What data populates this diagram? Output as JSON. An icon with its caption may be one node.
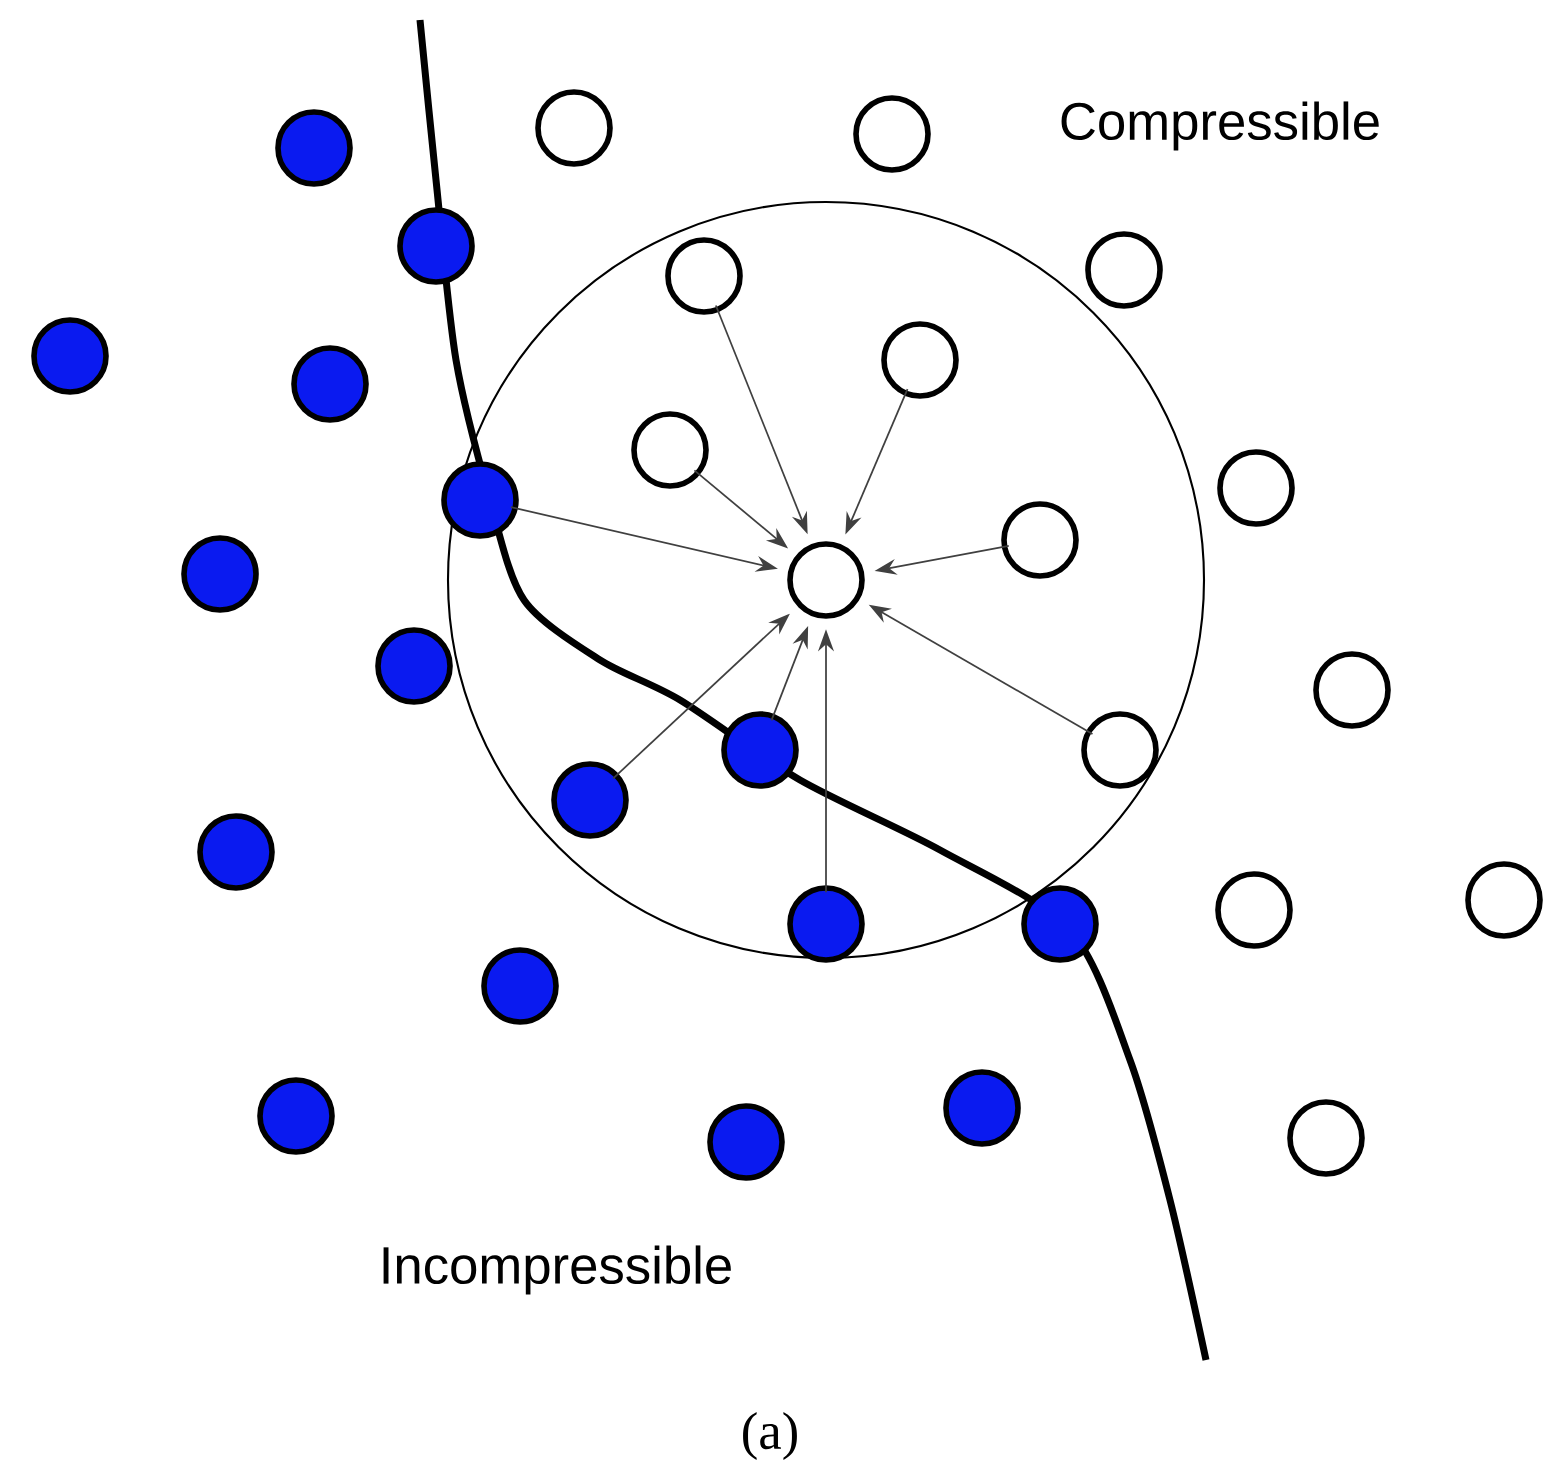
{
  "diagram": {
    "caption": "(a)",
    "nodes": [
      {
        "text": [],
        "shape": "circle"
      },
      {
        "text": [],
        "shape": "circle"
      },
      {
        "text": [],
        "shape": "circle"
      },
      {
        "text": [],
        "shape": "circle"
      },
      {
        "text": [],
        "shape": "circle"
      },
      {
        "text": [],
        "shape": "circle"
      },
      {
        "text": [],
        "shape": "circle"
      },
      {
        "text": [],
        "shape": "circle"
      },
      {
        "text": [],
        "shape": "circle"
      },
      {
        "text": [],
        "shape": "circle"
      },
      {
        "text": [],
        "shape": "circle"
      },
      {
        "text": [],
        "shape": "circle"
      },
      {
        "text": [],
        "shape": "circle"
      },
      {
        "text": [],
        "shape": "circle"
      },
      {
        "text": [],
        "shape": "circle"
      },
      {
        "text": [],
        "shape": "circle"
      },
      {
        "text": [],
        "shape": "circle"
      },
      {
        "text": [],
        "shape": "circle"
      },
      {
        "text": [],
        "shape": "circle"
      },
      {
        "text": [],
        "shape": "circle"
      },
      {
        "text": [],
        "shape": "circle"
      },
      {
        "text": [],
        "shape": "circle"
      },
      {
        "text": [],
        "shape": "circle"
      },
      {
        "text": [],
        "shape": "circle"
      },
      {
        "text": [],
        "shape": "circle"
      },
      {
        "text": [],
        "shape": "circle"
      },
      {
        "text": [],
        "shape": "circle"
      },
      {
        "text": [],
        "shape": "circle"
      },
      {
        "text": [],
        "shape": "circle"
      },
      {
        "text": [],
        "shape": "circle"
      }
    ],
    "edges": [
      {
        "from": 5,
        "to": 14,
        "arrow": "to"
      },
      {
        "from": 7,
        "to": 14,
        "arrow": "to"
      },
      {
        "from": 9,
        "to": 14,
        "arrow": "to"
      },
      {
        "from": 11,
        "to": 14,
        "arrow": "to"
      },
      {
        "from": 12,
        "to": 14,
        "arrow": "to"
      },
      {
        "from": 17,
        "to": 14,
        "arrow": "to"
      },
      {
        "from": 18,
        "to": 14,
        "arrow": "to"
      },
      {
        "from": 19,
        "to": 14,
        "arrow": "to"
      },
      {
        "from": 23,
        "to": 14,
        "arrow": "to"
      }
    ],
    "labels": [
      "Compressible",
      "Incompressible"
    ]
  }
}
